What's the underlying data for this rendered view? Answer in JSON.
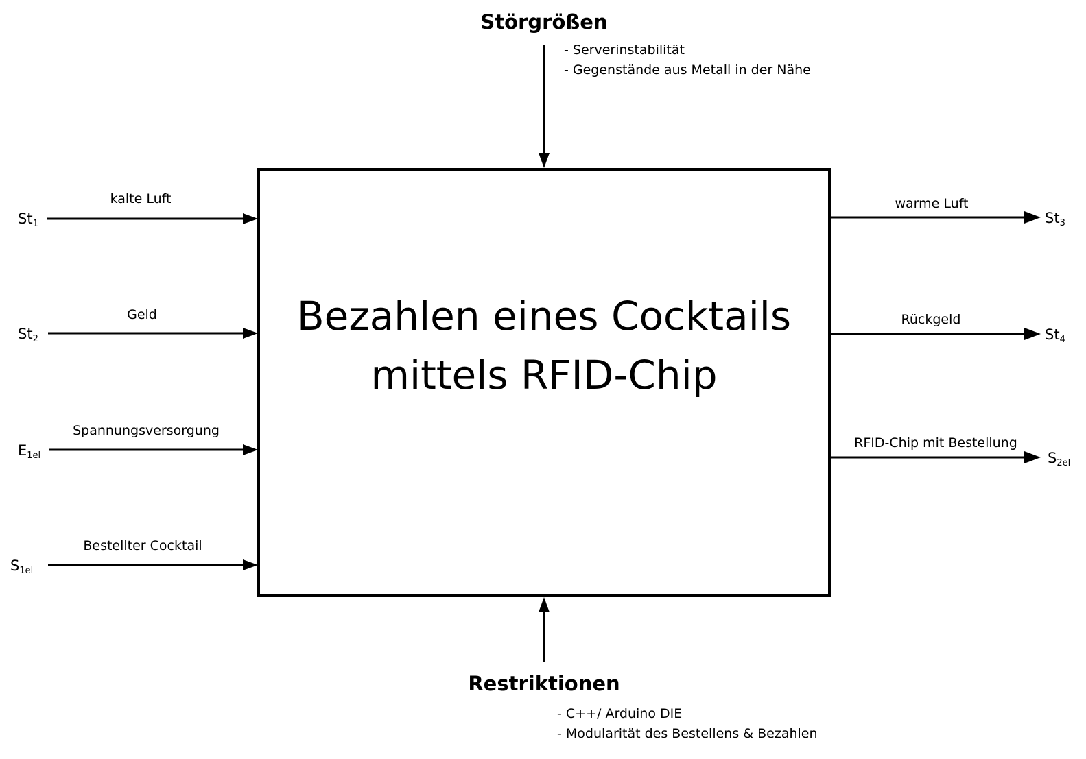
{
  "process": {
    "title_line1": "Bezahlen eines Cocktails",
    "title_line2": "mittels RFID-Chip"
  },
  "disturbances": {
    "heading": "Störgrößen",
    "items": [
      "- Serverinstabilität",
      "- Gegenstände aus Metall in der Nähe"
    ]
  },
  "restrictions": {
    "heading": "Restriktionen",
    "items": [
      "- C++/ Arduino DIE",
      "- Modularität des Bestellens & Bezahlen"
    ]
  },
  "inputs": [
    {
      "symbol": "St",
      "index": "1",
      "label": "kalte Luft"
    },
    {
      "symbol": "St",
      "index": "2",
      "label": "Geld"
    },
    {
      "symbol": "E",
      "index": "1el",
      "label": "Spannungsversorgung"
    },
    {
      "symbol": "S",
      "index": "1el",
      "label": "Bestellter Cocktail"
    }
  ],
  "outputs": [
    {
      "symbol": "St",
      "index": "3",
      "label": "warme Luft"
    },
    {
      "symbol": "St",
      "index": "4",
      "label": "Rückgeld"
    },
    {
      "symbol": "S",
      "index": "2el",
      "label": "RFID-Chip mit Bestellung"
    }
  ],
  "colors": {
    "line": "#000000",
    "background": "#ffffff"
  }
}
